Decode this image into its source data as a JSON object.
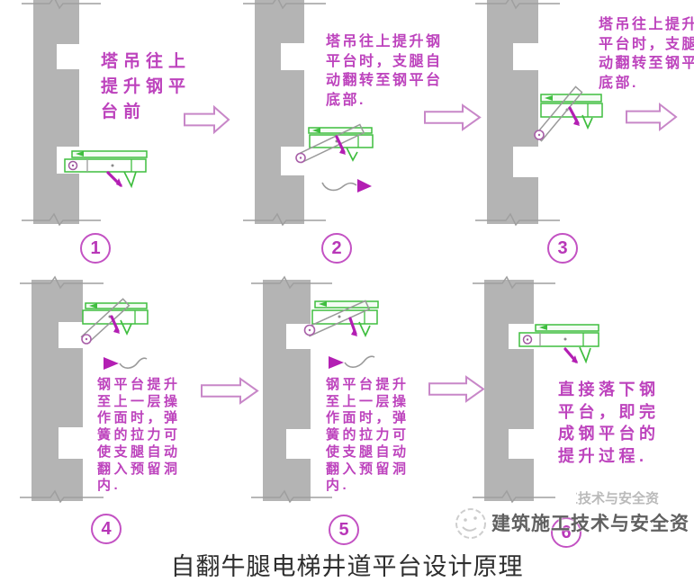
{
  "caption": "自翻牛腿电梯井道平台设计原理",
  "panels": [
    {
      "number": "1",
      "annotation": "塔吊往上\n提升钢平\n台前"
    },
    {
      "number": "2",
      "annotation": "塔吊往上提升钢\n平台时，支腿自\n动翻转至钢平台\n底部."
    },
    {
      "number": "3",
      "annotation": "塔吊往上提升钢\n平台时，支腿自\n动翻转至钢平台\n底部."
    },
    {
      "number": "4",
      "annotation": "钢平台提升\n至上一层操\n作面时，弹\n簧的拉力可\n使支腿自动\n翻入预留洞\n内."
    },
    {
      "number": "5",
      "annotation": "钢平台提升\n至上一层操\n作面时，弹\n簧的拉力可\n使支腿自动\n翻入预留洞\n内."
    },
    {
      "number": "6",
      "annotation": "直接落下钢\n平台，即完\n成钢平台的\n提升过程."
    }
  ],
  "watermark": {
    "logo_icon": "smiley-face-icon",
    "text": "建筑施工技术与安全资",
    "fragment": "建筑施工技术与安全资"
  },
  "colors": {
    "annotation_magenta": "#bd43bd",
    "platform_green": "#3fbe3f",
    "wall_gray": "#b4b4b4",
    "flow_arrow_outline": "#c887c8",
    "solid_magenta": "#b31fb3",
    "caption_text": "#2e2e2e",
    "watermark_text": "#606060"
  }
}
